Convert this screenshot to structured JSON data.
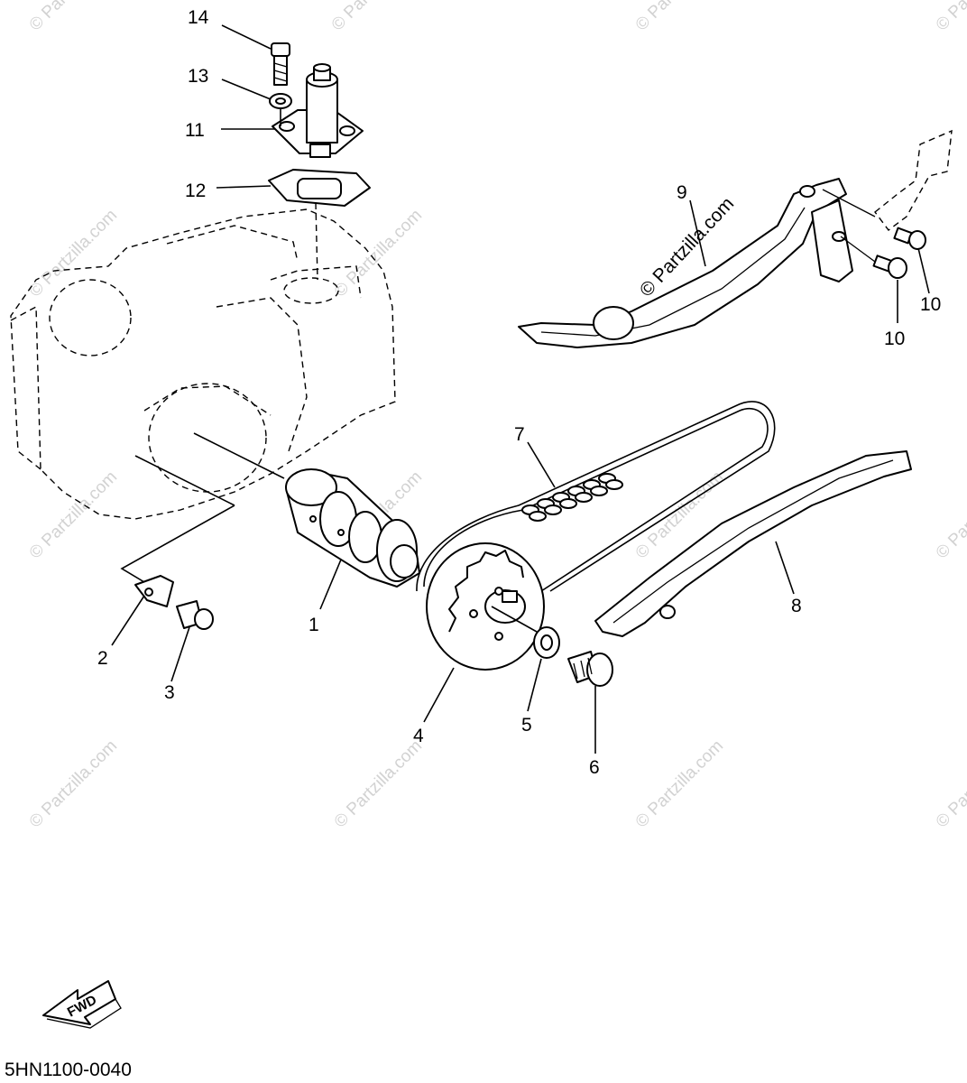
{
  "callouts": [
    {
      "id": "c1",
      "text": "1"
    },
    {
      "id": "c2",
      "text": "2"
    },
    {
      "id": "c3",
      "text": "3"
    },
    {
      "id": "c4",
      "text": "4"
    },
    {
      "id": "c5",
      "text": "5"
    },
    {
      "id": "c6",
      "text": "6"
    },
    {
      "id": "c7",
      "text": "7"
    },
    {
      "id": "c8",
      "text": "8"
    },
    {
      "id": "c9",
      "text": "9"
    },
    {
      "id": "c10a",
      "text": "10"
    },
    {
      "id": "c10b",
      "text": "10"
    },
    {
      "id": "c11",
      "text": "11"
    },
    {
      "id": "c12",
      "text": "12"
    },
    {
      "id": "c13",
      "text": "13"
    },
    {
      "id": "c14",
      "text": "14"
    }
  ],
  "watermark": {
    "text": "© Partzilla.com",
    "color": "#d2d2d2"
  },
  "fwd_label": "FWD",
  "diagram_code": "5HN1100-0040"
}
